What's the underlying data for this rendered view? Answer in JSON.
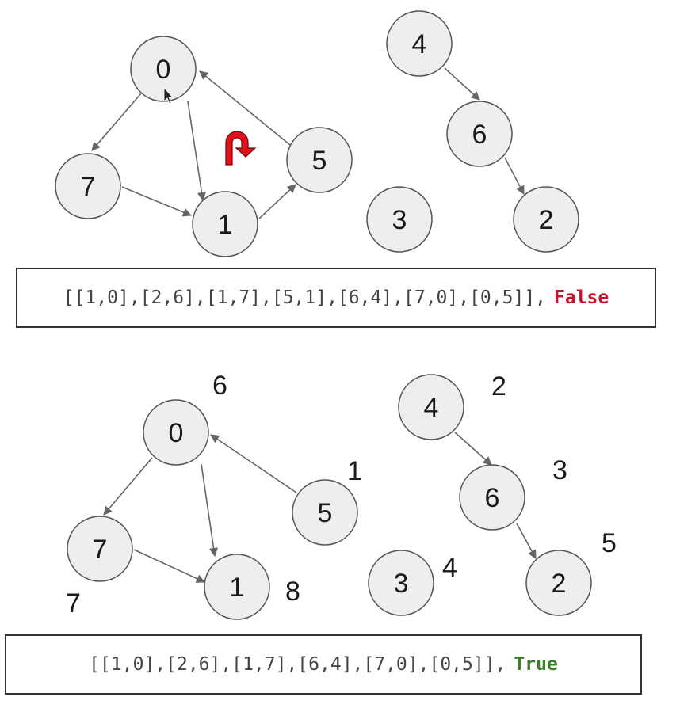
{
  "top_graph": {
    "nodes": [
      {
        "id": "n0",
        "label": "0"
      },
      {
        "id": "n7",
        "label": "7"
      },
      {
        "id": "n1",
        "label": "1"
      },
      {
        "id": "n5",
        "label": "5"
      },
      {
        "id": "n4",
        "label": "4"
      },
      {
        "id": "n6",
        "label": "6"
      },
      {
        "id": "n3",
        "label": "3"
      },
      {
        "id": "n2",
        "label": "2"
      }
    ],
    "edges": [
      {
        "from": "0",
        "to": "7"
      },
      {
        "from": "0",
        "to": "1"
      },
      {
        "from": "7",
        "to": "1"
      },
      {
        "from": "1",
        "to": "5"
      },
      {
        "from": "5",
        "to": "0"
      },
      {
        "from": "4",
        "to": "6"
      },
      {
        "from": "6",
        "to": "2"
      }
    ],
    "code": "[[1,0],[2,6],[1,7],[5,1],[6,4],[7,0],[0,5]],",
    "result": "False",
    "result_color": "#c41230",
    "cycle_icon": "u-turn-arrow-icon",
    "cycle_icon_color": "#e0101e"
  },
  "bottom_graph": {
    "nodes": [
      {
        "id": "n0",
        "label": "0"
      },
      {
        "id": "n7",
        "label": "7"
      },
      {
        "id": "n1",
        "label": "1"
      },
      {
        "id": "n5",
        "label": "5"
      },
      {
        "id": "n4",
        "label": "4"
      },
      {
        "id": "n6",
        "label": "6"
      },
      {
        "id": "n3",
        "label": "3"
      },
      {
        "id": "n2",
        "label": "2"
      }
    ],
    "edges": [
      {
        "from": "0",
        "to": "7"
      },
      {
        "from": "0",
        "to": "1"
      },
      {
        "from": "7",
        "to": "1"
      },
      {
        "from": "5",
        "to": "0"
      },
      {
        "from": "4",
        "to": "6"
      },
      {
        "from": "6",
        "to": "2"
      }
    ],
    "order_labels": [
      "6",
      "1",
      "7",
      "8",
      "2",
      "3",
      "4",
      "5"
    ],
    "code": "[[1,0],[2,6],[1,7],[6,4],[7,0],[0,5]],",
    "result": "True",
    "result_color": "#3e7d2c"
  }
}
